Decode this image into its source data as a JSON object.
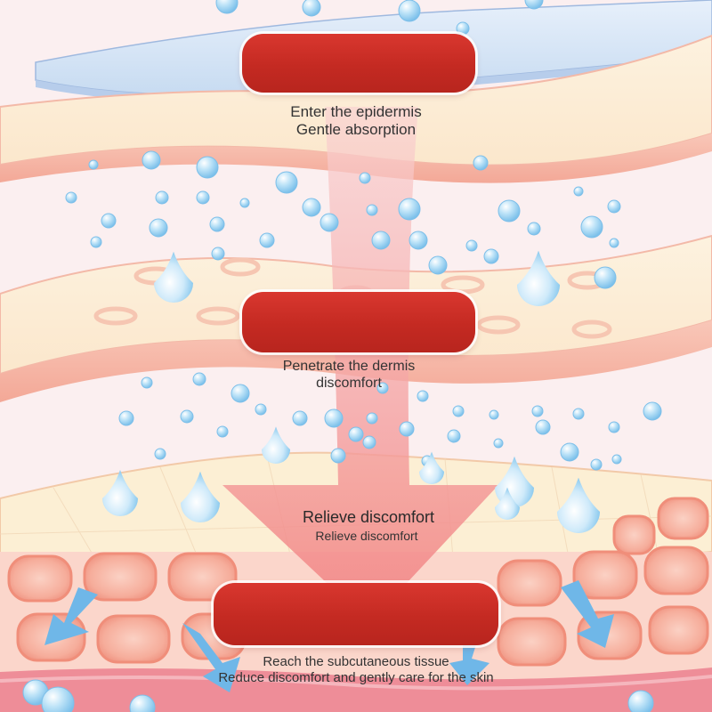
{
  "steps": [
    {
      "title": "Enter the epidermis",
      "subtitle": "Gentle absorption"
    },
    {
      "title": "Penetrate the dermis",
      "subtitle": "discomfort"
    },
    {
      "title": "Relieve discomfort",
      "subtitle": "Relieve discomfort"
    },
    {
      "title": "Reach the subcutaneous tissue",
      "subtitle": "Reduce discomfort and gently care for the skin"
    }
  ],
  "colors": {
    "pill": "#c9302a",
    "arrow": "#f6a3a3",
    "droplet": "#9fd3f3",
    "skin_layer": "#f7c9bb",
    "cell": "#f4a695",
    "film": "#cfe2f5"
  },
  "icons": [
    "droplet-icon",
    "bubble-icon",
    "down-arrow-icon",
    "spread-arrow-icon"
  ]
}
